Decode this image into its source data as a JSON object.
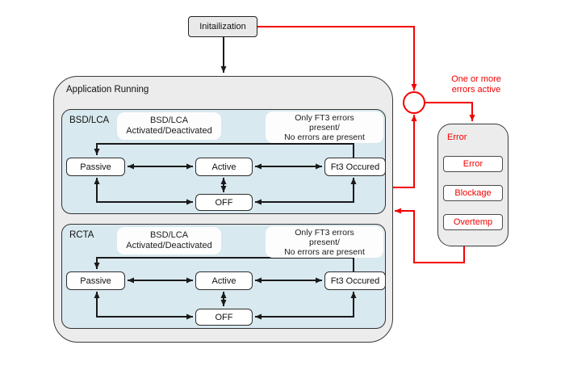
{
  "colors": {
    "red": "#f40000",
    "blue_fill": "#d8e9ef",
    "gray_fill": "#ececec",
    "line": "#1a1a1a"
  },
  "init": {
    "label": "Initailization"
  },
  "app": {
    "label": "Application Running"
  },
  "machines": [
    {
      "label": "BSD/LCA",
      "note_activation": [
        "BSD/LCA",
        "Activated/Deactivated"
      ],
      "note_errors": [
        "Only FT3 errors",
        "present/",
        "No errors are present"
      ],
      "states": {
        "passive": "Passive",
        "active": "Active",
        "ft3": "Ft3 Occured",
        "off": "OFF"
      }
    },
    {
      "label": "RCTA",
      "note_activation": [
        "BSD/LCA",
        "Activated/Deactivated"
      ],
      "note_errors": [
        "Only FT3 errors",
        "present/",
        "No errors are present"
      ],
      "states": {
        "passive": "Passive",
        "active": "Active",
        "ft3": "Ft3 Occured",
        "off": "OFF"
      }
    }
  ],
  "junction_note": [
    "One or more",
    "errors active"
  ],
  "error_panel": {
    "label": "Error",
    "states": [
      "Error",
      "Blockage",
      "Overtemp"
    ]
  }
}
